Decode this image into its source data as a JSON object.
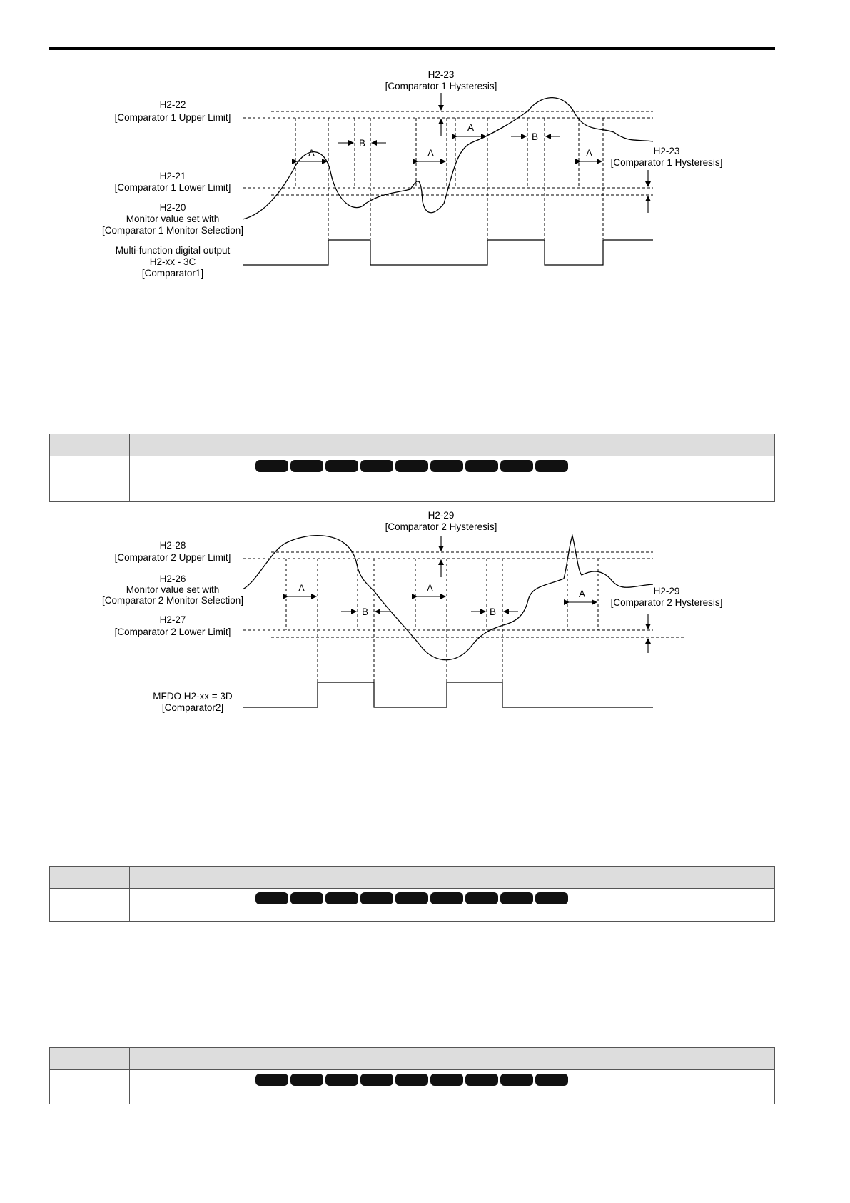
{
  "diagram1": {
    "labels": {
      "hyst_top_code": "H2-23",
      "hyst_top_name": "[Comparator 1 Hysteresis]",
      "upper_code": "H2-22",
      "upper_name": "[Comparator 1 Upper Limit]",
      "lower_code": "H2-21",
      "lower_name": "[Comparator 1 Lower Limit]",
      "monitor_code": "H2-20",
      "monitor_line1": "Monitor value set with",
      "monitor_line2": "[Comparator 1 Monitor Selection]",
      "output_line1": "Multi-function digital output",
      "output_line2": "H2-xx - 3C",
      "output_line3": "[Comparator1]",
      "hyst_right_code": "H2-23",
      "hyst_right_name": "[Comparator 1 Hysteresis]"
    },
    "interval_labels": [
      "A",
      "B",
      "A",
      "A",
      "B",
      "A"
    ]
  },
  "table1": {
    "settings": [
      "",
      "",
      "",
      "",
      "",
      "",
      "",
      "",
      ""
    ]
  },
  "diagram2": {
    "labels": {
      "hyst_top_code": "H2-29",
      "hyst_top_name": "[Comparator 2 Hysteresis]",
      "upper_code": "H2-28",
      "upper_name": "[Comparator 2 Upper Limit]",
      "monitor_code": "H2-26",
      "monitor_line1": "Monitor value set with",
      "monitor_line2": "[Comparator 2 Monitor Selection]",
      "lower_code": "H2-27",
      "lower_name": "[Comparator 2 Lower Limit]",
      "output_line1": "MFDO H2-xx = 3D",
      "output_line2": "[Comparator2]",
      "hyst_right_code": "H2-29",
      "hyst_right_name": "[Comparator 2 Hysteresis]"
    },
    "interval_labels": [
      "A",
      "B",
      "A",
      "B",
      "A"
    ]
  },
  "table2": {
    "settings": [
      "",
      "",
      "",
      "",
      "",
      "",
      "",
      "",
      ""
    ]
  },
  "table3": {
    "settings": [
      "",
      "",
      "",
      "",
      "",
      "",
      "",
      "",
      ""
    ]
  }
}
